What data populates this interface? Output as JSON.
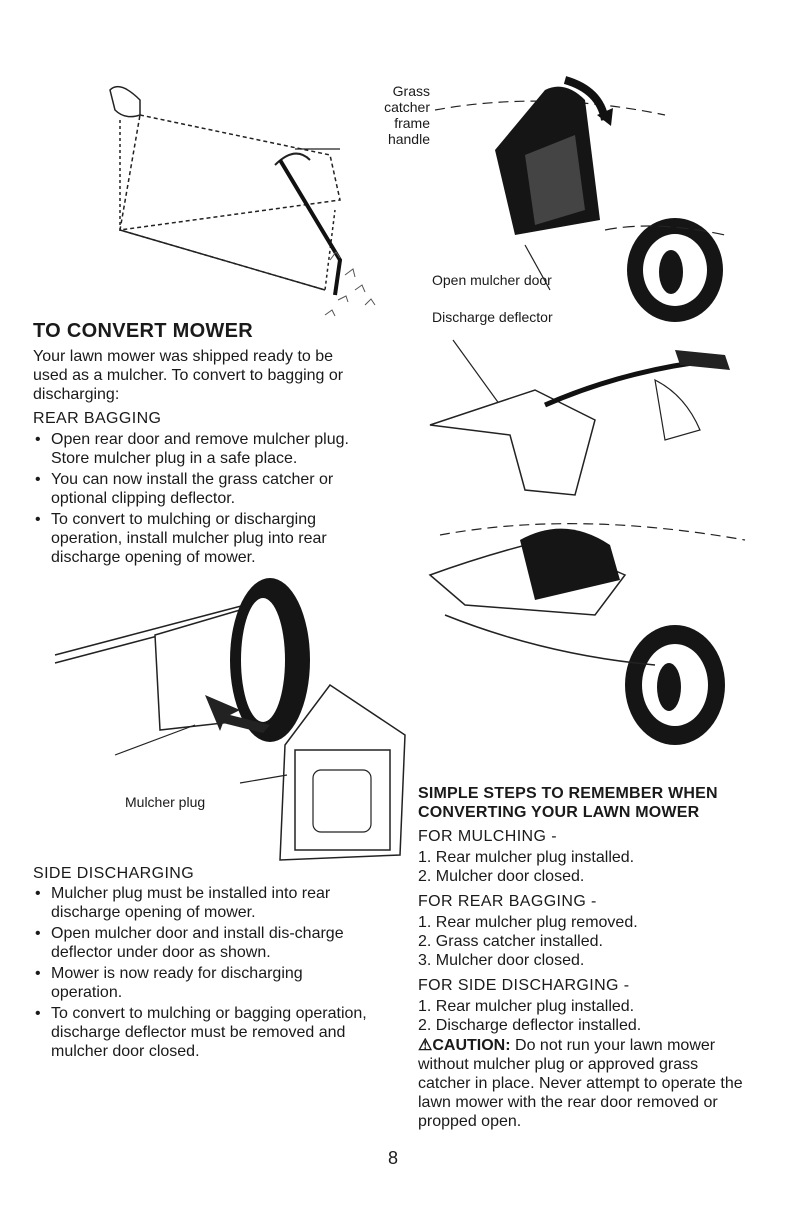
{
  "figures": {
    "grass_catcher": {
      "label_lines": [
        "Grass",
        "catcher",
        "frame",
        "handle"
      ]
    },
    "mulcher_door": {
      "label": "Open mulcher door"
    },
    "discharge": {
      "label": "Discharge deflector"
    },
    "mulcher_plug": {
      "label": "Mulcher plug"
    }
  },
  "convert": {
    "heading": "TO CONVERT MOWER",
    "intro": "Your lawn mower was shipped ready to be used as a mulcher. To convert to bagging or discharging:",
    "rear_bagging": {
      "title": "REAR BAGGING",
      "bullets": [
        "Open rear door and remove mulcher plug. Store mulcher plug in a safe place.",
        "You can now install the grass catcher or optional clipping deflector.",
        "To convert to mulching or discharging operation, install mulcher plug into rear discharge opening of mower."
      ]
    },
    "side_discharging": {
      "title": "SIDE DISCHARGING",
      "bullets": [
        "Mulcher plug must be installed into rear discharge opening of mower.",
        "Open mulcher door and install dis-charge deflector under door as shown.",
        "Mower is now ready for discharging operation.",
        "To convert to mulching or bagging operation, discharge deflector must be removed and mulcher door closed."
      ]
    }
  },
  "steps": {
    "heading_line1": "SIMPLE STEPS TO REMEMBER WHEN",
    "heading_line2": "CONVERTING YOUR LAWN MOWER",
    "mulching": {
      "title": "FOR MULCHING -",
      "items": [
        "1. Rear mulcher plug installed.",
        "2. Mulcher door closed."
      ]
    },
    "rear_bagging": {
      "title": "FOR REAR BAGGING -",
      "items": [
        "1. Rear mulcher plug removed.",
        "2. Grass catcher installed.",
        "3. Mulcher door closed."
      ]
    },
    "side_discharging": {
      "title": "FOR SIDE DISCHARGING -",
      "items": [
        "1. Rear mulcher plug installed.",
        "2. Discharge deflector installed."
      ]
    },
    "caution": {
      "label": "CAUTION:",
      "text": "Do not run your lawn mower without mulcher plug or approved grass catcher in place. Never attempt to operate the lawn mower with the rear door removed or propped open."
    }
  },
  "page_number": "8"
}
